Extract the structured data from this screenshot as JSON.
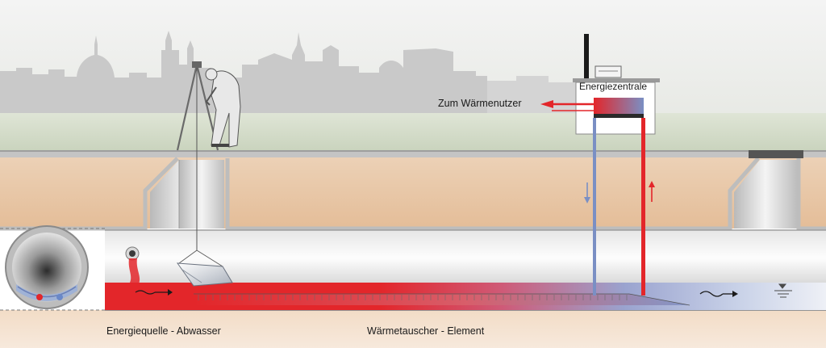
{
  "labels": {
    "energy_central": "Energiezentrale",
    "heat_user": "Zum Wärmenutzer",
    "energy_source": "Energiequelle - Abwasser",
    "heat_exchanger": "Wärmetauscher - Element"
  },
  "colors": {
    "hot": "#e3262a",
    "cold": "#7a8fc4",
    "ground": "#e9c8a8",
    "sky": "#f0f0f0",
    "skyline": "#c9c9c9",
    "grass": "#d4dccb",
    "concrete": "#cfcfcf"
  },
  "icons": {
    "waves": "tilde-wave-icon",
    "water_level": "water-level-icon",
    "antenna": "antenna-icon"
  }
}
